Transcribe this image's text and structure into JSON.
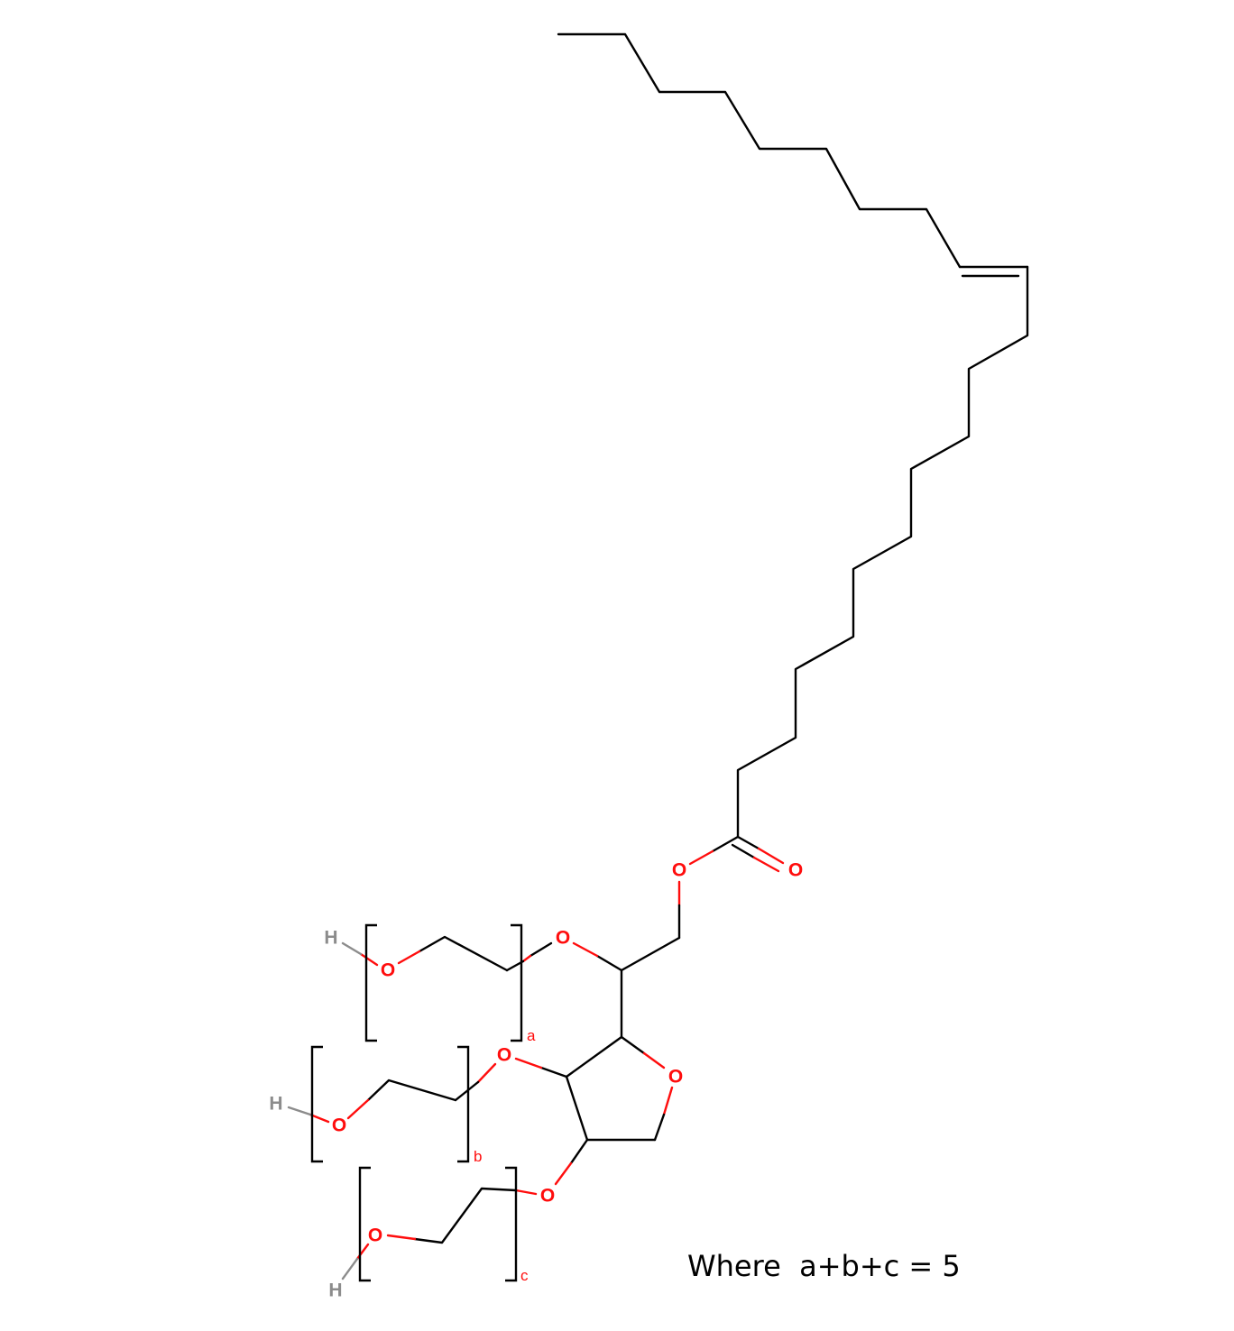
{
  "atoms": {
    "oxygen_label": "O",
    "hydrogen_label": "H"
  },
  "repeat_units": {
    "a": "a",
    "b": "b",
    "c": "c"
  },
  "caption": "Where  a+b+c = 5",
  "colors": {
    "bond": "#000000",
    "oxygen": "#ff0d0d",
    "hydrogen": "#8c8c8c",
    "background": "#ffffff"
  }
}
